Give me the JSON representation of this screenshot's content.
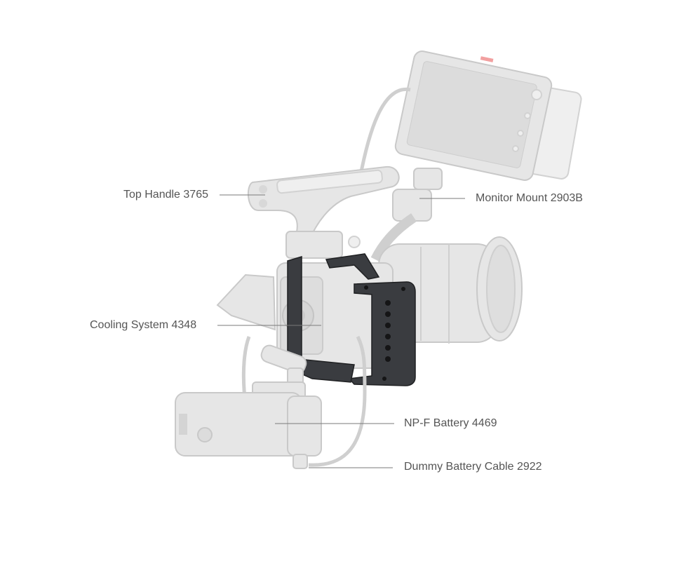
{
  "callouts": {
    "top_handle": "Top Handle 3765",
    "monitor_mount": "Monitor Mount 2903B",
    "cooling_system": "Cooling System 4348",
    "npf_battery": "NP-F Battery 4469",
    "dummy_battery_cable": "Dummy Battery Cable 2922"
  },
  "icons": {
    "monitor": "monitor-icon",
    "top_handle": "top-handle-icon",
    "camera": "camera-icon",
    "lens": "lens-icon",
    "cage": "camera-cage-icon",
    "battery": "battery-icon"
  },
  "colors": {
    "accent_cage": "#3a3c40",
    "ghost_parts": "#e6e6e6",
    "label_text": "#555555"
  }
}
